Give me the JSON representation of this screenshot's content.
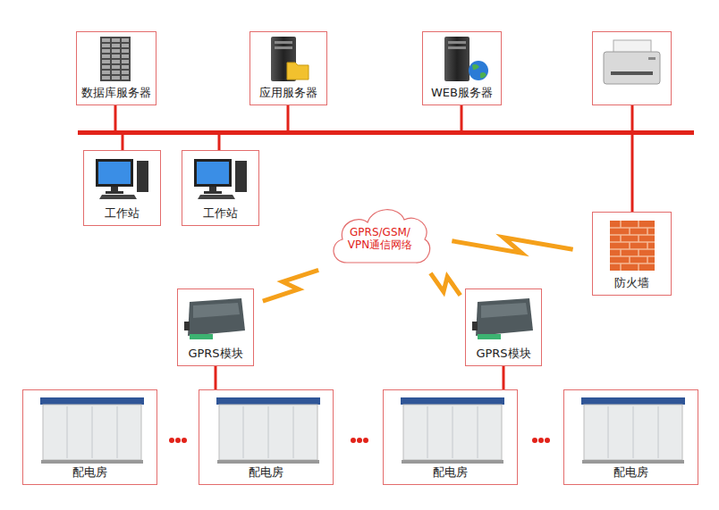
{
  "diagram": {
    "nodes": [
      {
        "text": [
          "数据库服务器"
        ]
      },
      {
        "text": [
          "应用服务器"
        ]
      },
      {
        "text": [
          "WEB服务器"
        ]
      },
      {
        "text": [
          "工作站"
        ]
      },
      {
        "text": [
          "工作站"
        ]
      },
      {
        "text": [
          "GPRS/GSM/ VPN通信网络"
        ]
      },
      {
        "text": [
          "防火墙"
        ]
      },
      {
        "text": [
          "GPRS模块"
        ]
      },
      {
        "text": [
          "GPRS模块"
        ]
      },
      {
        "text": [
          "配电房"
        ]
      },
      {
        "text": [
          "配电房"
        ]
      },
      {
        "text": [
          "配电房"
        ]
      },
      {
        "text": [
          "配电房"
        ]
      }
    ],
    "edges": [
      {
        "from": 5,
        "to": 7,
        "arrow": "none"
      },
      {
        "from": 5,
        "to": 8,
        "arrow": "none"
      },
      {
        "from": 5,
        "to": 6,
        "arrow": "none"
      },
      {
        "from": 7,
        "to": 10,
        "arrow": "none"
      },
      {
        "from": 8,
        "to": 11,
        "arrow": "none"
      }
    ]
  }
}
